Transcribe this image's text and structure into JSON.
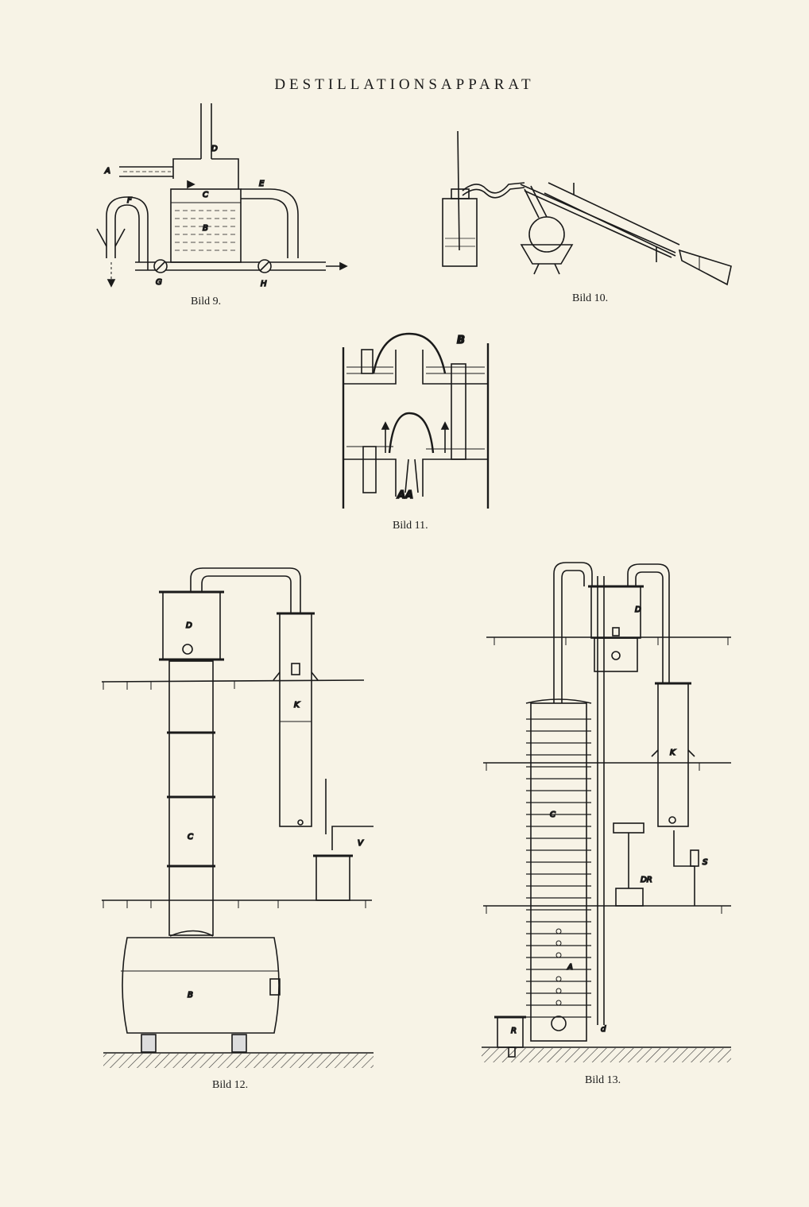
{
  "title": "DESTILLATIONSAPPARAT",
  "figures": {
    "bild9": {
      "caption": "Bild 9.",
      "labels": {
        "a": "A",
        "b": "B",
        "c": "C",
        "d": "D",
        "e": "E",
        "f": "F",
        "g": "G",
        "h": "H"
      }
    },
    "bild10": {
      "caption": "Bild 10."
    },
    "bild11": {
      "caption": "Bild 11.",
      "labels": {
        "b": "B",
        "aa": "AA"
      }
    },
    "bild12": {
      "caption": "Bild 12.",
      "labels": {
        "d": "D",
        "k": "K",
        "c": "C",
        "v": "V",
        "b": "B"
      }
    },
    "bild13": {
      "caption": "Bild 13.",
      "labels": {
        "d": "D",
        "k": "K",
        "c": "C",
        "dr": "DR",
        "s": "S",
        "a": "A",
        "r": "R",
        "d_small": "d"
      }
    }
  }
}
